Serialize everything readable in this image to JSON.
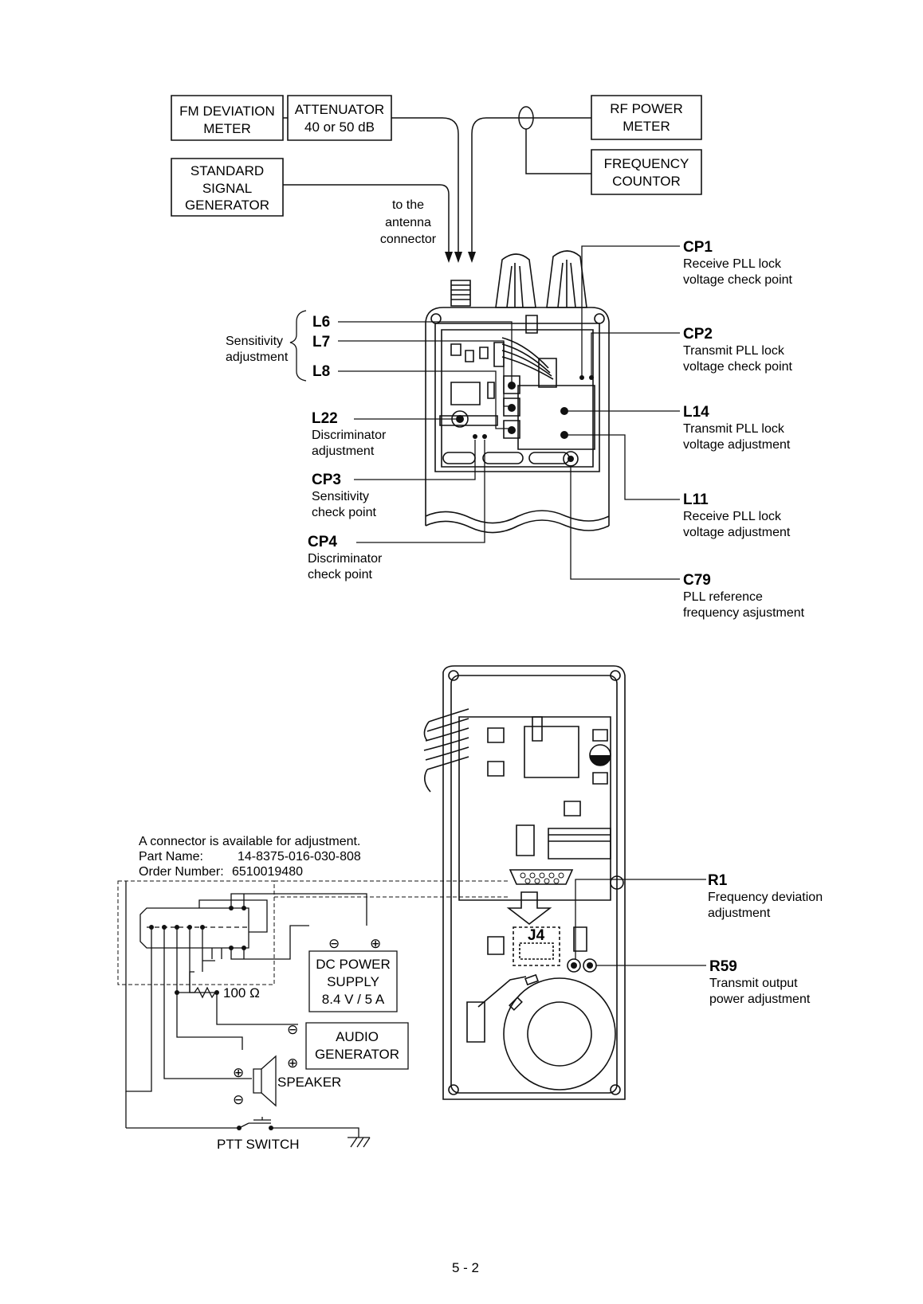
{
  "equipment": {
    "fm_deviation_meter": [
      "FM DEVIATION",
      "METER"
    ],
    "attenuator": [
      "ATTENUATOR",
      "40 or 50 dB"
    ],
    "rf_power_meter": [
      "RF POWER",
      "METER"
    ],
    "frequency_counter": [
      "FREQUENCY",
      "COUNTOR"
    ],
    "standard_signal_generator": [
      "STANDARD",
      "SIGNAL",
      "GENERATOR"
    ],
    "dc_power_supply": [
      "DC POWER",
      "SUPPLY",
      "8.4 V / 5 A"
    ],
    "audio_generator": [
      "AUDIO",
      "GENERATOR"
    ]
  },
  "antenna_note": [
    "to the",
    "antenna",
    "connector"
  ],
  "sensitivity_group": [
    "Sensitivity",
    "adjustment"
  ],
  "coils": {
    "l6": "L6",
    "l7": "L7",
    "l8": "L8"
  },
  "points": {
    "cp1": {
      "label": "CP1",
      "desc": [
        "Receive PLL lock",
        "voltage check point"
      ]
    },
    "cp2": {
      "label": "CP2",
      "desc": [
        "Transmit PLL lock",
        "voltage check point"
      ]
    },
    "l14": {
      "label": "L14",
      "desc": [
        "Transmit PLL lock",
        "voltage adjustment"
      ]
    },
    "l11": {
      "label": "L11",
      "desc": [
        "Receive PLL lock",
        "voltage adjustment"
      ]
    },
    "c79": {
      "label": "C79",
      "desc": [
        "PLL reference",
        "frequency asjustment"
      ]
    },
    "l22": {
      "label": "L22",
      "desc": [
        "Discriminator",
        "adjustment"
      ]
    },
    "cp3": {
      "label": "CP3",
      "desc": [
        "Sensitivity",
        "check point"
      ]
    },
    "cp4": {
      "label": "CP4",
      "desc": [
        "Discriminator",
        "check point"
      ]
    },
    "r1": {
      "label": "R1",
      "desc": [
        "Frequency deviation",
        "adjustment"
      ]
    },
    "r59": {
      "label": "R59",
      "desc": [
        "Transmit output",
        "power adjustment"
      ]
    }
  },
  "connector_note": {
    "line1": "A connector is available for adjustment.",
    "part_name_label": "Part Name:",
    "part_name_value": "14-8375-016-030-808",
    "order_number_label": "Order Number:",
    "order_number_value": "6510019480"
  },
  "misc": {
    "j4": "J4",
    "resistor": "100 Ω",
    "speaker": "SPEAKER",
    "ptt_switch": "PTT SWITCH",
    "plus": "⊕",
    "minus": "⊖"
  },
  "page_number": "5 - 2"
}
